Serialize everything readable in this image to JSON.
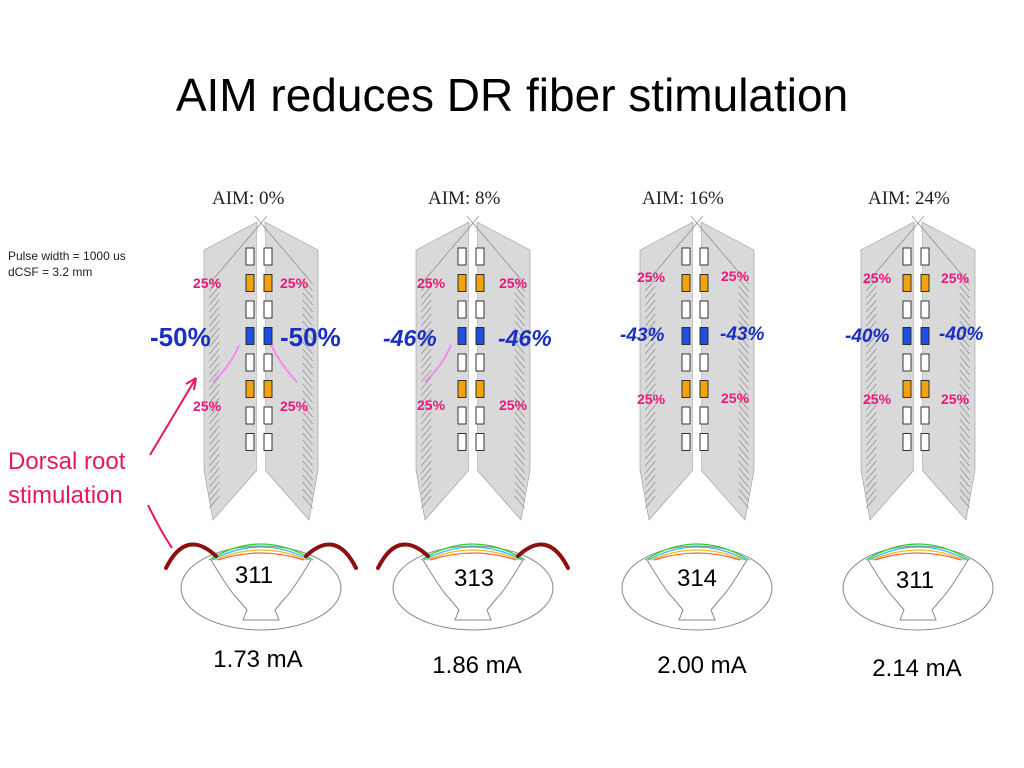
{
  "title": "AIM reduces DR fiber stimulation",
  "info": {
    "pulse_width": "Pulse width = 1000 us",
    "dcsf": "dCSF = 3.2 mm"
  },
  "annotation": {
    "line1": "Dorsal root",
    "line2": "stimulation"
  },
  "panels": [
    {
      "aim": "AIM: 0%",
      "top_pct": "25%",
      "neg_left": "-50%",
      "neg_right": "-50%",
      "bottom_pct": "25%",
      "cord_value": "311",
      "current": "1.73 mA",
      "dorsal_root": true
    },
    {
      "aim": "AIM: 8%",
      "top_pct": "25%",
      "neg_left": "-46%",
      "neg_right": "-46%",
      "bottom_pct": "25%",
      "cord_value": "313",
      "current": "1.86 mA",
      "dorsal_root": true
    },
    {
      "aim": "AIM: 16%",
      "top_pct": "25%",
      "neg_left": "-43%",
      "neg_right": "-43%",
      "bottom_pct": "25%",
      "cord_value": "314",
      "current": "2.00 mA",
      "dorsal_root": false
    },
    {
      "aim": "AIM: 24%",
      "top_pct": "25%",
      "neg_left": "-40%",
      "neg_right": "-40%",
      "bottom_pct": "25%",
      "cord_value": "311",
      "current": "2.14 mA",
      "dorsal_root": false
    }
  ],
  "colors": {
    "anode": "#f2a20c",
    "cathode": "#1f4fe0",
    "percent_text": "#e8187a",
    "cathode_text": "#1a2fbf",
    "annotation": "#e8185e",
    "dorsal_root": "#8b1010"
  }
}
